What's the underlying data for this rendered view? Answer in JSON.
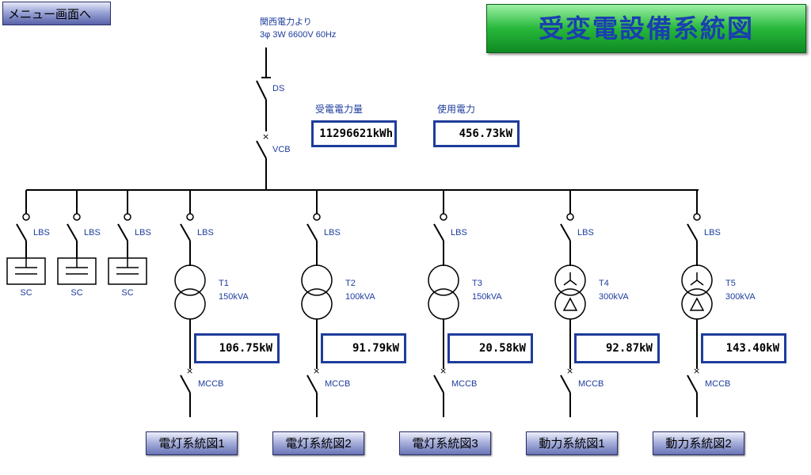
{
  "menu_button": "メニュー画面へ",
  "title": "受変電設備系統図",
  "supply": {
    "line1": "関西電力より",
    "line2": "3φ 3W 6600V 60Hz"
  },
  "main_labels": {
    "ds": "DS",
    "vcb": "VCB"
  },
  "meters": {
    "received_label": "受電電力量",
    "received_value": "11296621kWh",
    "usage_label": "使用電力",
    "usage_value": "456.73kW"
  },
  "capacitors": [
    {
      "lbs": "LBS",
      "label": "SC"
    },
    {
      "lbs": "LBS",
      "label": "SC"
    },
    {
      "lbs": "LBS",
      "label": "SC"
    }
  ],
  "transformers": [
    {
      "lbs": "LBS",
      "name": "T1",
      "rating": "150kVA",
      "power": "106.75kW",
      "mccb": "MCCB",
      "nav": "電灯系統図1"
    },
    {
      "lbs": "LBS",
      "name": "T2",
      "rating": "100kVA",
      "power": "91.79kW",
      "mccb": "MCCB",
      "nav": "電灯系統図2"
    },
    {
      "lbs": "LBS",
      "name": "T3",
      "rating": "150kVA",
      "power": "20.58kW",
      "mccb": "MCCB",
      "nav": "電灯系統図3"
    },
    {
      "lbs": "LBS",
      "name": "T4",
      "rating": "300kVA",
      "power": "92.87kW",
      "mccb": "MCCB",
      "nav": "動力系統図1"
    },
    {
      "lbs": "LBS",
      "name": "T5",
      "rating": "300kVA",
      "power": "143.40kW",
      "mccb": "MCCB",
      "nav": "動力系統図2"
    }
  ]
}
